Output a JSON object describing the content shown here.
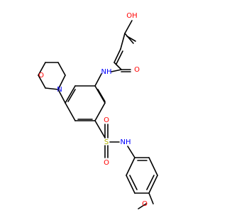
{
  "colors": {
    "carbon": "#000000",
    "oxygen": "#ff0000",
    "nitrogen": "#0000ff",
    "sulfur": "#b3b300",
    "background": "#ffffff"
  },
  "atom_labels": {
    "oh": "OH",
    "carbonyl_o_1": "O",
    "amide_nh": "NH",
    "carbonyl_o_2": "O",
    "morpholine_o": "O",
    "morpholine_n": "N",
    "sulfonyl_s": "S",
    "sulfonyl_o_1": "O",
    "sulfonyl_o_2": "O",
    "sulfonamide_nh": "NH",
    "methoxy_o": "O"
  }
}
